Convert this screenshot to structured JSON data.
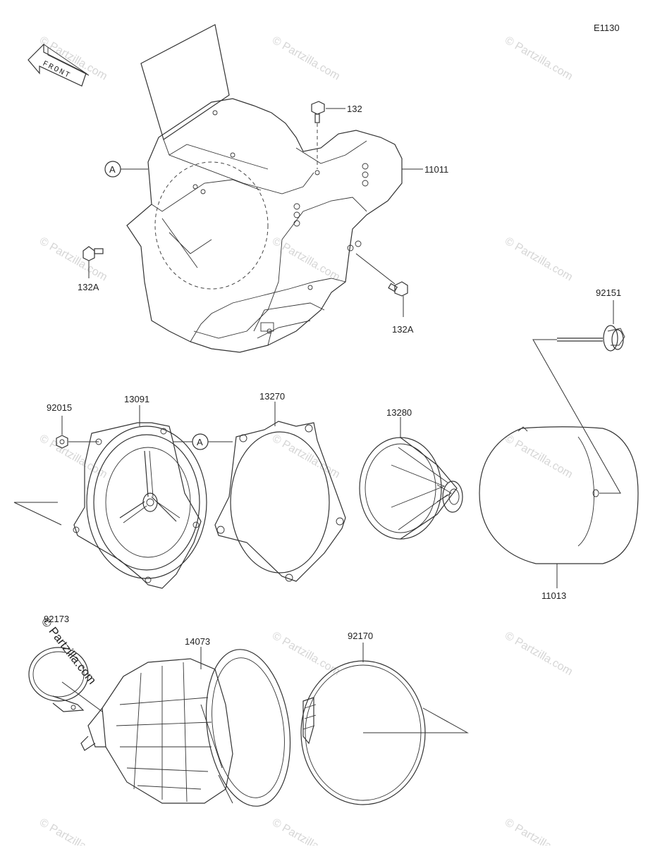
{
  "diagram": {
    "code": "E1130",
    "front_label": "FRONT",
    "watermark": "© Partzilla.com",
    "callout_letter": "A",
    "parts": {
      "p132": "132",
      "p11011": "11011",
      "p132a_left": "132A",
      "p132a_right": "132A",
      "p92151": "92151",
      "p92015": "92015",
      "p13091": "13091",
      "p13270": "13270",
      "p13280": "13280",
      "p11013": "11013",
      "p92173": "92173",
      "p14073": "14073",
      "p92170": "92170"
    }
  },
  "colors": {
    "line": "#333333",
    "watermark": "#d6d6d6",
    "background": "#ffffff"
  }
}
